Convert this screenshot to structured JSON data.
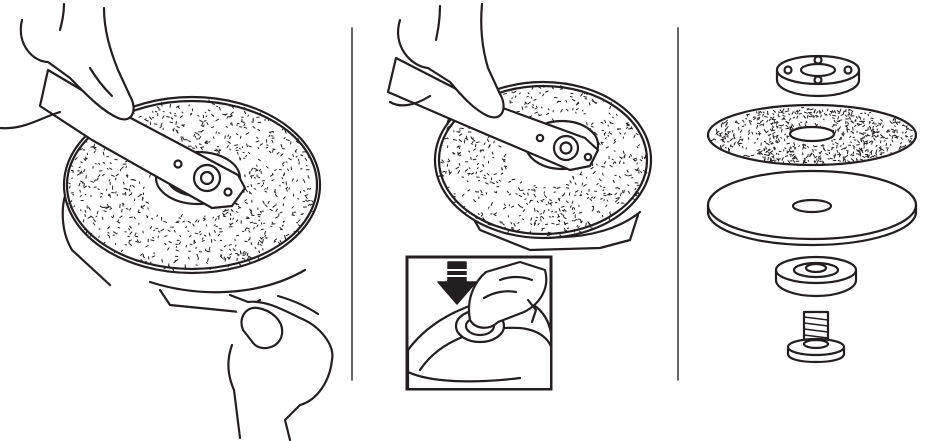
{
  "figure": {
    "panels": [
      {
        "id": "loosen-nut",
        "icons": [
          "hand-icon",
          "spanner-wrench-icon",
          "grinding-wheel-icon",
          "hand-icon"
        ]
      },
      {
        "id": "spindle-lock",
        "icons": [
          "hand-icon",
          "spanner-wrench-icon",
          "grinding-wheel-icon",
          "down-arrow-icon",
          "lock-button-icon"
        ]
      },
      {
        "id": "exploded-view",
        "icons": [
          "lock-nut-icon",
          "abrasive-disc-icon",
          "backing-pad-icon",
          "inner-flange-icon",
          "spindle-bolt-icon"
        ]
      }
    ],
    "colors": {
      "ink": "#231f20",
      "paper": "#ffffff"
    }
  }
}
